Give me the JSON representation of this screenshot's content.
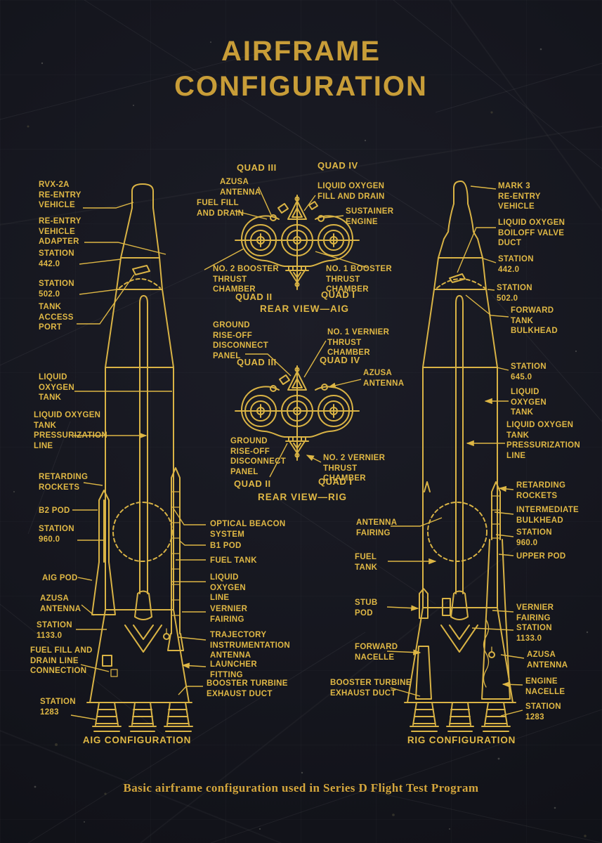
{
  "title": {
    "line1": "AIRFRAME",
    "line2": "CONFIGURATION"
  },
  "footer": "Basic airframe configuration used in Series D Flight Test Program",
  "colors": {
    "background": "#15161e",
    "line_gold": "#d9b345",
    "title_gold": "#c89d38",
    "label_gold": "#e0b845"
  },
  "left_rocket": {
    "caption": "AIG CONFIGURATION",
    "labels_left": [
      "RVX-2A\nRE-ENTRY\nVEHICLE",
      "RE-ENTRY\nVEHICLE\nADAPTER",
      "STATION\n442.0",
      "STATION\n502.0",
      "TANK\nACCESS\nPORT",
      "LIQUID\nOXYGEN\nTANK",
      "LIQUID OXYGEN\nTANK\nPRESSURIZATION\nLINE",
      "RETARDING\nROCKETS",
      "B2 POD",
      "STATION\n960.0",
      "AIG POD",
      "AZUSA\nANTENNA",
      "STATION\n1133.0",
      "FUEL FILL AND\nDRAIN LINE\nCONNECTION",
      "STATION\n1283"
    ],
    "labels_right": [
      "OPTICAL BEACON\nSYSTEM",
      "B1 POD",
      "FUEL TANK",
      "LIQUID\nOXYGEN\nLINE",
      "VERNIER\nFAIRING",
      "TRAJECTORY\nINSTRUMENTATION\nANTENNA",
      "LAUNCHER\nFITTING",
      "BOOSTER TURBINE\nEXHAUST DUCT"
    ]
  },
  "right_rocket": {
    "caption": "RIG CONFIGURATION",
    "labels_left": [
      "ANTENNA\nFAIRING",
      "FUEL\nTANK",
      "STUB\nPOD",
      "FORWARD\nNACELLE",
      "BOOSTER TURBINE\nEXHAUST DUCT"
    ],
    "labels_right": [
      "MARK 3\nRE-ENTRY\nVEHICLE",
      "LIQUID OXYGEN\nBOILOFF VALVE\nDUCT",
      "STATION\n442.0",
      "STATION\n502.0",
      "FORWARD\nTANK\nBULKHEAD",
      "STATION\n645.0",
      "LIQUID\nOXYGEN\nTANK",
      "LIQUID OXYGEN\nTANK\nPRESSURIZATION\nLINE",
      "RETARDING\nROCKETS",
      "INTERMEDIATE\nBULKHEAD",
      "STATION\n960.0",
      "UPPER POD",
      "VERNIER\nFAIRING",
      "STATION\n1133.0",
      "AZUSA\nANTENNA",
      "ENGINE\nNACELLE",
      "STATION\n1283"
    ]
  },
  "rear_view_aig": {
    "quad_top_left": "QUAD III",
    "quad_top_right": "QUAD IV",
    "quad_bottom_left": "QUAD II",
    "quad_bottom_right": "QUAD I",
    "view_caption": "REAR VIEW—AIG",
    "azusa_antenna": "AZUSA\nANTENNA",
    "liquid_oxygen_fill": "LIQUID OXYGEN\nFILL AND DRAIN",
    "fuel_fill": "FUEL FILL\nAND DRAIN",
    "sustainer_engine": "SUSTAINER\nENGINE",
    "no2_booster": "NO. 2 BOOSTER\nTHRUST\nCHAMBER",
    "no1_booster": "NO. 1 BOOSTER\nTHRUST\nCHAMBER"
  },
  "rear_view_rig": {
    "quad_top_left": "QUAD III",
    "quad_top_right": "QUAD IV",
    "quad_bottom_left": "QUAD II",
    "quad_bottom_right": "QUAD I",
    "view_caption": "REAR VIEW—RIG",
    "ground_panel_top": "GROUND\nRISE-OFF\nDISCONNECT\nPANEL",
    "no1_vernier": "NO. 1 VERNIER\nTHRUST\nCHAMBER",
    "azusa_antenna": "AZUSA\nANTENNA",
    "ground_panel_bottom": "GROUND\nRISE-OFF\nDISCONNECT\nPANEL",
    "no2_vernier": "NO. 2 VERNIER\nTHRUST\nCHAMBER"
  }
}
